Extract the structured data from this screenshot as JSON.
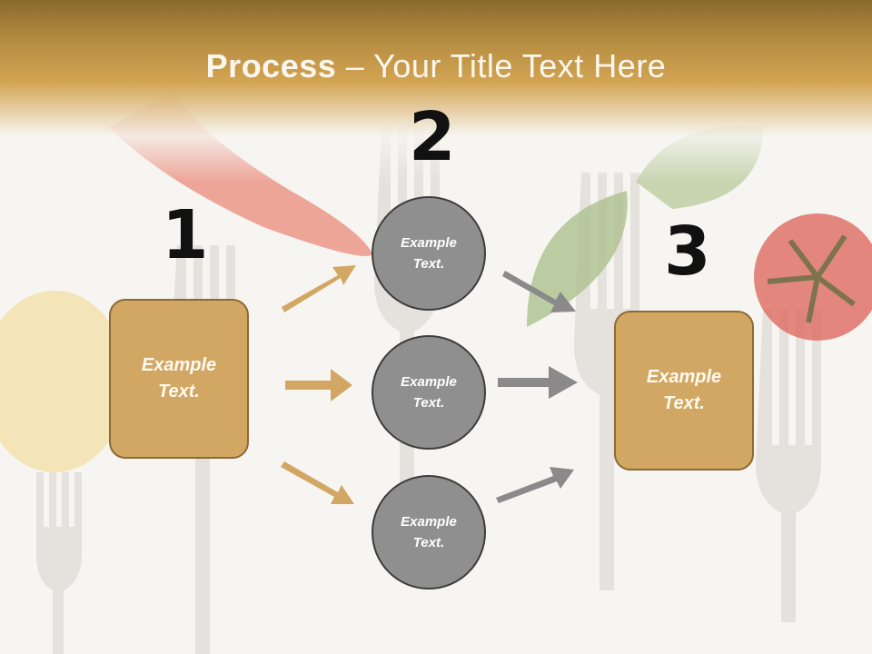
{
  "slide": {
    "title_bold": "Process",
    "title_rest": " – Your Title Text Here",
    "step_numbers": [
      "1",
      "2",
      "3"
    ],
    "left_box": {
      "line1": "Example",
      "line2": "Text."
    },
    "right_box": {
      "line1": "Example",
      "line2": "Text."
    },
    "circles": [
      {
        "line1": "Example",
        "line2": "Text."
      },
      {
        "line1": "Example",
        "line2": "Text."
      },
      {
        "line1": "Example",
        "line2": "Text."
      }
    ]
  },
  "colors": {
    "header": "#c69a4b",
    "box_fill": "#d2a764",
    "circle_fill": "#8f8f8f",
    "arrow_gold": "#d2a764",
    "arrow_gray": "#8a8a8a"
  }
}
